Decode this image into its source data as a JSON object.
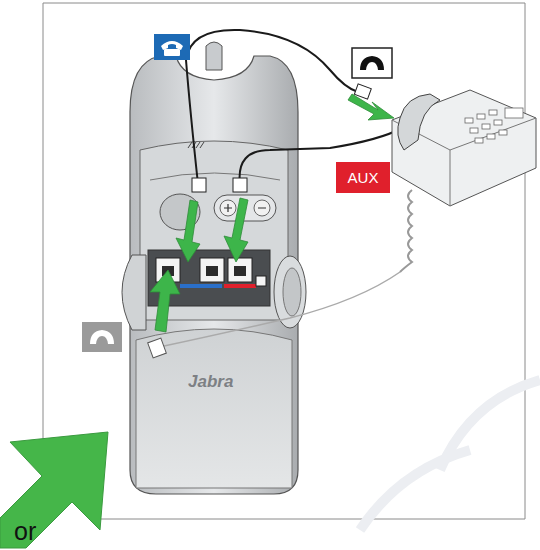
{
  "diagram": {
    "nodes": [
      {
        "text": [
          "AUX"
        ]
      },
      {
        "text": [
          "or"
        ]
      }
    ],
    "labels": [
      "Jabra"
    ]
  }
}
